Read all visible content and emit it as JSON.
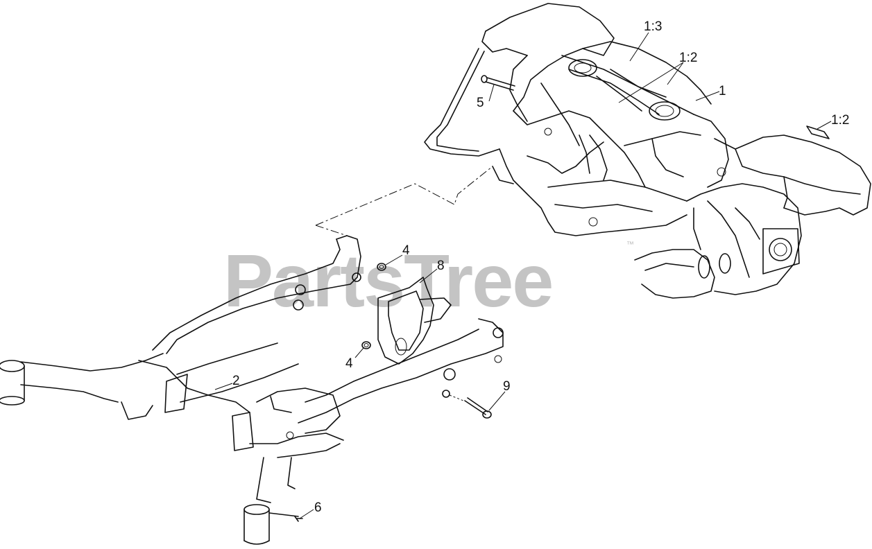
{
  "watermark": {
    "text": "PartsTree",
    "mark": "™"
  },
  "callouts": {
    "c1_3": "1:3",
    "c1_2_top": "1:2",
    "c1": "1",
    "c1_2_right": "1:2",
    "c5": "5",
    "c4_upper": "4",
    "c8": "8",
    "c4_lower": "4",
    "c2": "2",
    "c9": "9",
    "c6": "6"
  }
}
